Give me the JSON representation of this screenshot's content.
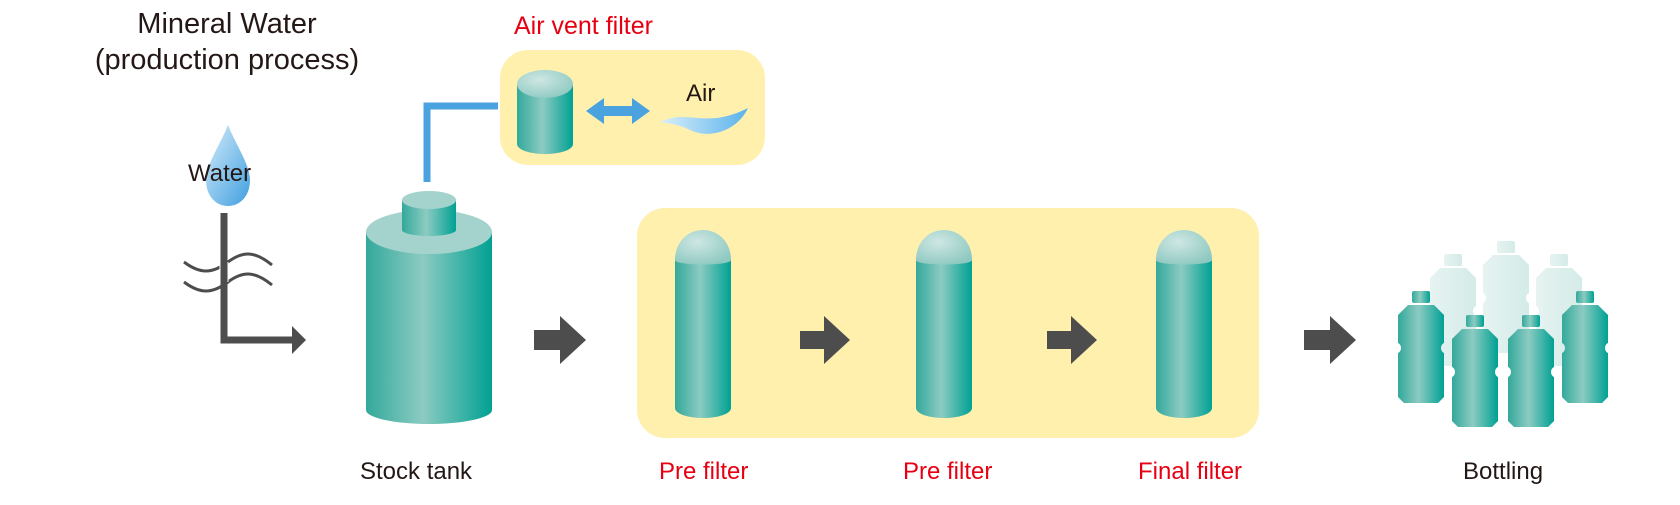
{
  "title": {
    "line1": "Mineral Water",
    "line2": "(production process)"
  },
  "labels": {
    "water": "Water",
    "air_vent_filter": "Air vent filter",
    "air": "Air",
    "stock_tank": "Stock tank",
    "pre_filter_1": "Pre filter",
    "pre_filter_2": "Pre filter",
    "final_filter": "Final filter",
    "bottling": "Bottling"
  },
  "colors": {
    "stage_label_red": "#e60012",
    "text_dark": "#231815",
    "panel_yellow": "#fff0ae",
    "teal": "#17a597",
    "pipe_blue": "#4aa3df",
    "arrow_gray": "#4d4d4d"
  },
  "icons": [
    "water-drop-icon",
    "pipe-icon",
    "stock-tank-icon",
    "air-filter-icon",
    "air-wave-icon",
    "bidirectional-arrow-icon",
    "process-arrow-icon",
    "filter-cartridge-icon",
    "bottle-icon"
  ]
}
